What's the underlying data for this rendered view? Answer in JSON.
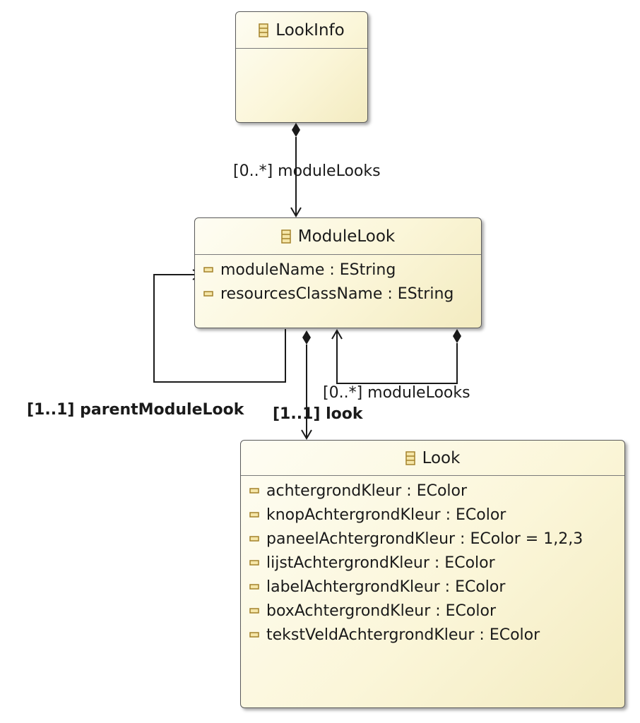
{
  "classes": {
    "look_info": {
      "name": "LookInfo",
      "icon": "class-icon",
      "attributes": []
    },
    "module_look": {
      "name": "ModuleLook",
      "icon": "class-icon",
      "attributes": [
        {
          "text": "moduleName : EString",
          "icon": "attribute-icon"
        },
        {
          "text": "resourcesClassName : EString",
          "icon": "attribute-icon"
        }
      ]
    },
    "look": {
      "name": "Look",
      "icon": "class-icon",
      "attributes": [
        {
          "text": "achtergrondKleur : EColor",
          "icon": "attribute-icon"
        },
        {
          "text": "knopAchtergrondKleur : EColor",
          "icon": "attribute-icon"
        },
        {
          "text": "paneelAchtergrondKleur : EColor = 1,2,3",
          "icon": "attribute-icon"
        },
        {
          "text": "lijstAchtergrondKleur : EColor",
          "icon": "attribute-icon"
        },
        {
          "text": "labelAchtergrondKleur : EColor",
          "icon": "attribute-icon"
        },
        {
          "text": "boxAchtergrondKleur : EColor",
          "icon": "attribute-icon"
        },
        {
          "text": "tekstVeldAchtergrondKleur : EColor",
          "icon": "attribute-icon"
        }
      ]
    }
  },
  "references": {
    "lookinfo_modulelooks": "[0..*] moduleLooks",
    "modulelook_modulelooks": "[0..*] moduleLooks",
    "parent_module_look": "[1..1] parentModuleLook",
    "look": "[1..1] look"
  },
  "colors": {
    "class_fill_light": "#fefdf3",
    "class_fill_dark": "#f3ebc0",
    "border": "#5a5a5a",
    "line": "#1a1a1a",
    "icon": "#c9a23a"
  }
}
